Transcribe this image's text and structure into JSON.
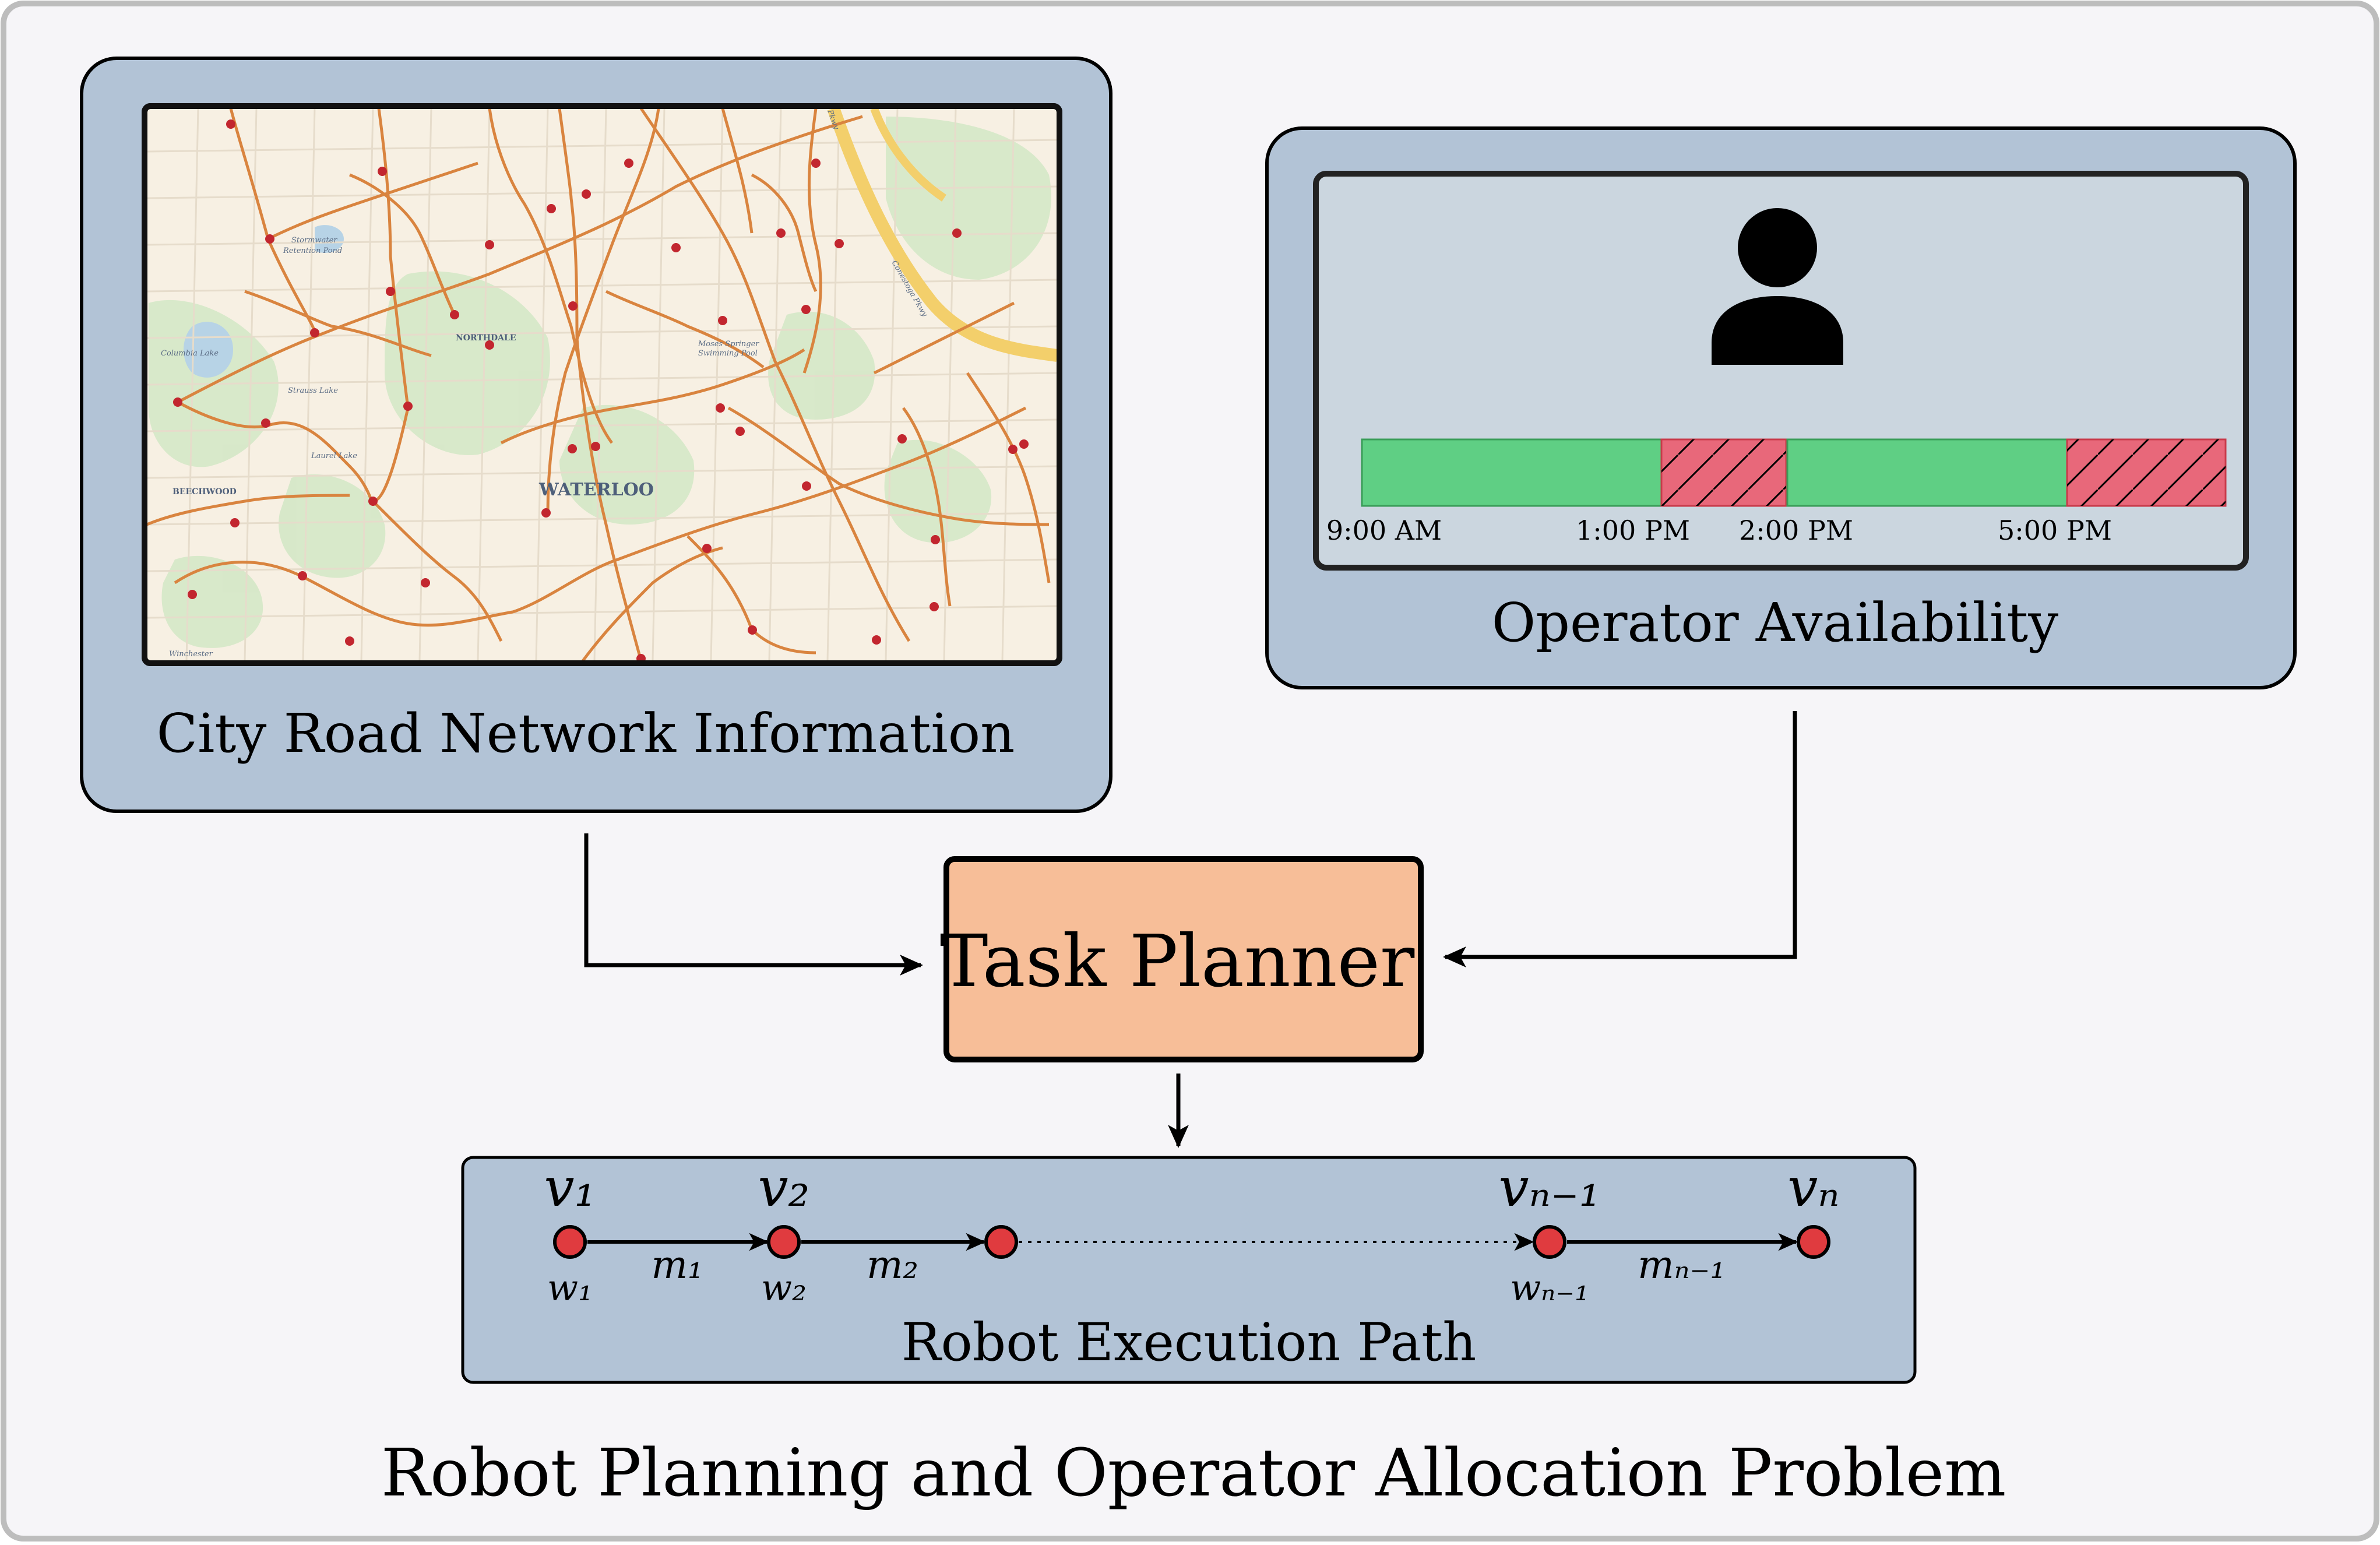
{
  "title": "Robot Planning and Operator Allocation Problem",
  "road_panel": {
    "label": "City Road Network Information",
    "map_labels": {
      "waterloo": "WATERLOO",
      "northdale": "NORTHDALE",
      "beechwood": "BEECHWOOD",
      "stormwater": "Stormwater",
      "retention": "Retention Pond",
      "columbia": "Columbia Lake",
      "strauss": "Strauss Lake",
      "laurel": "Laurel Lake",
      "moses1": "Moses Springer",
      "moses2": "Swimming Pool",
      "winchester": "Winchester",
      "conestoga": "Conestoga Pkwy",
      "pkwy": "Pkwy"
    }
  },
  "operator_panel": {
    "label": "Operator Availability",
    "times": [
      "9:00 AM",
      "1:00 PM",
      "2:00 PM",
      "5:00 PM"
    ]
  },
  "task_planner": {
    "label": "Task Planner"
  },
  "execution_path": {
    "label": "Robot Execution Path",
    "nodes": [
      "v₁",
      "v₂",
      "",
      "vₙ₋₁",
      "vₙ"
    ],
    "weights": [
      "w₁",
      "w₂",
      "",
      "wₙ₋₁",
      ""
    ],
    "edges": [
      "m₁",
      "m₂",
      "",
      "mₙ₋₁"
    ]
  },
  "colors": {
    "background": "#f6f5f8",
    "panel": "#b2c3d6",
    "screen": "#cbd6df",
    "map_bg": "#f7f0e3",
    "road": "#d9843f",
    "node": "#e03b3f",
    "available": "#5fcf84",
    "unavailable": "#e8687a",
    "planner": "#f7be98"
  }
}
